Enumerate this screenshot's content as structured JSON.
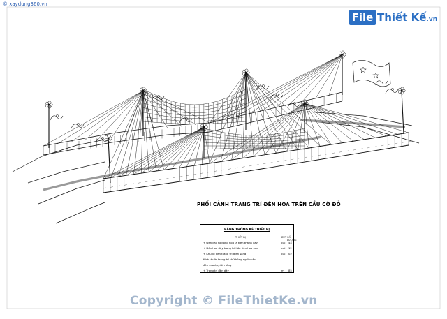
{
  "watermark_top": "© xaydung360.vn",
  "logo": {
    "box": "File",
    "rest": "Thiết Kế",
    "domain": ".vn"
  },
  "perspective_title": "PHỐI CẢNH TRANG TRÍ ĐÈN HOA TRÊN CẦU CỜ ĐỎ",
  "stats_table": {
    "title": "BẢNG THỐNG KÊ THIẾT BỊ",
    "headers": [
      "THIẾT BỊ",
      "ĐVT",
      "SỐ LƯỢNG"
    ],
    "rows": [
      {
        "name": "+ Đèn cây tự động hoa lá trên thanh xây",
        "unit": "cái",
        "qty": "44"
      },
      {
        "name": "+ Đèn hoa dây trang trí hỏa tiễn hoa sen",
        "unit": "cái",
        "qty": "12"
      },
      {
        "name": "+ Khung đèn trang trí điện sáng",
        "unit": "cái",
        "qty": "02"
      },
      {
        "name": "   Kích thước trang trí chữ bóng ngồi chắc",
        "unit": "",
        "qty": ""
      },
      {
        "name": "   đèn cao áp, đèn tăng",
        "unit": "",
        "qty": ""
      },
      {
        "name": "+ Trang trí đèn dây",
        "unit": "m",
        "qty": "85"
      }
    ]
  },
  "copyright": "Copyright © FileThietKe.vn"
}
